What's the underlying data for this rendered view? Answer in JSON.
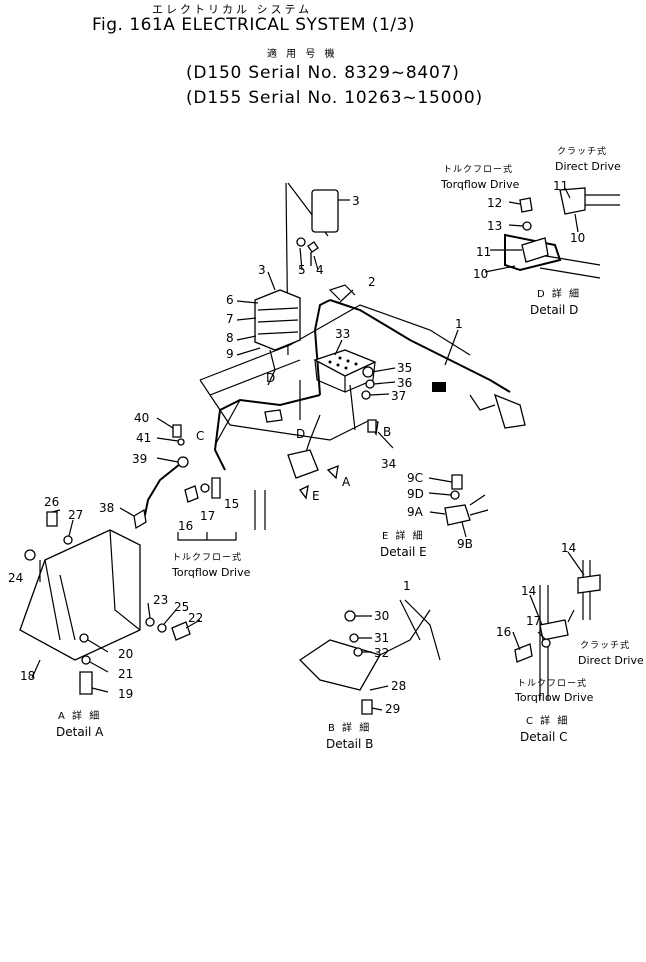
{
  "header": {
    "japanese_title": "エレクトリカル システム",
    "title": "Fig. 161A  ELECTRICAL SYSTEM  (1/3)",
    "applicable_jp": "適 用 号 機",
    "serial_1": "(D150  Serial  No. 8329~8407)",
    "serial_2": "(D155  Serial  No. 10263~15000)"
  },
  "parts": {
    "p1": "1",
    "p1b": "1",
    "p2": "2",
    "p3": "3",
    "p3b": "3",
    "p4": "4",
    "p5": "5",
    "p6": "6",
    "p7": "7",
    "p8": "8",
    "p9": "9",
    "p9a": "9A",
    "p9b": "9B",
    "p9c": "9C",
    "p9d": "9D",
    "p10": "10",
    "p10b": "10",
    "p11": "11",
    "p11b": "11",
    "p12": "12",
    "p13": "13",
    "p14": "14",
    "p14b": "14",
    "p15": "15",
    "p16": "16",
    "p16b": "16",
    "p17": "17",
    "p17b": "17",
    "p18": "18",
    "p19": "19",
    "p20": "20",
    "p21": "21",
    "p22": "22",
    "p23": "23",
    "p24": "24",
    "p25": "25",
    "p26": "26",
    "p27": "27",
    "p28": "28",
    "p29": "29",
    "p30": "30",
    "p31": "31",
    "p32": "32",
    "p33": "33",
    "p34": "34",
    "p35": "35",
    "p36": "36",
    "p37": "37",
    "p38": "38",
    "p39": "39",
    "p40": "40",
    "p41": "41"
  },
  "markers": {
    "a": "A",
    "b": "B",
    "c": "C",
    "d": "D",
    "d2": "D",
    "e": "E"
  },
  "captions": {
    "torqflow_jp": "トルクフロー式",
    "torqflow": "Torqflow Drive",
    "direct_jp": "クラッチ式",
    "direct": "Direct Drive",
    "detail_a_jp": "A 詳 細",
    "detail_a": "Detail A",
    "detail_b_jp": "B 詳 細",
    "detail_b": "Detail B",
    "detail_c_jp": "C 詳 細",
    "detail_c": "Detail C",
    "detail_d_jp": "D 詳 細",
    "detail_d": "Detail D",
    "detail_e_jp": "E 詳 細",
    "detail_e": "Detail E"
  }
}
